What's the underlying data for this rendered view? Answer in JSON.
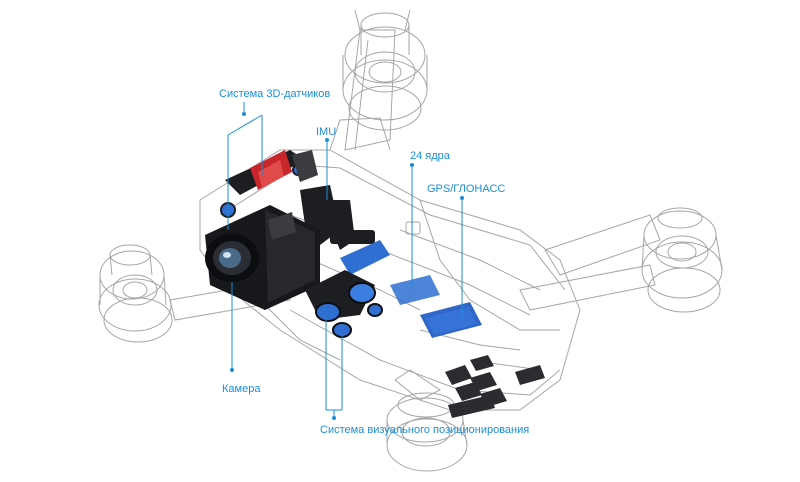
{
  "diagram": {
    "accent_color": "#1a8fd6",
    "outline_color": "#9a9ca0",
    "dark_part_color": "#1c1e22",
    "component_blue": "#2f6fd1",
    "gimbal_red": "#c8262a",
    "labels": {
      "sensors3d": "Система 3D-датчиков",
      "imu": "IMU",
      "cores": "24 ядра",
      "gps": "GPS/ГЛОНАСС",
      "camera": "Камера",
      "vision": "Система визуального позиционирования"
    }
  }
}
